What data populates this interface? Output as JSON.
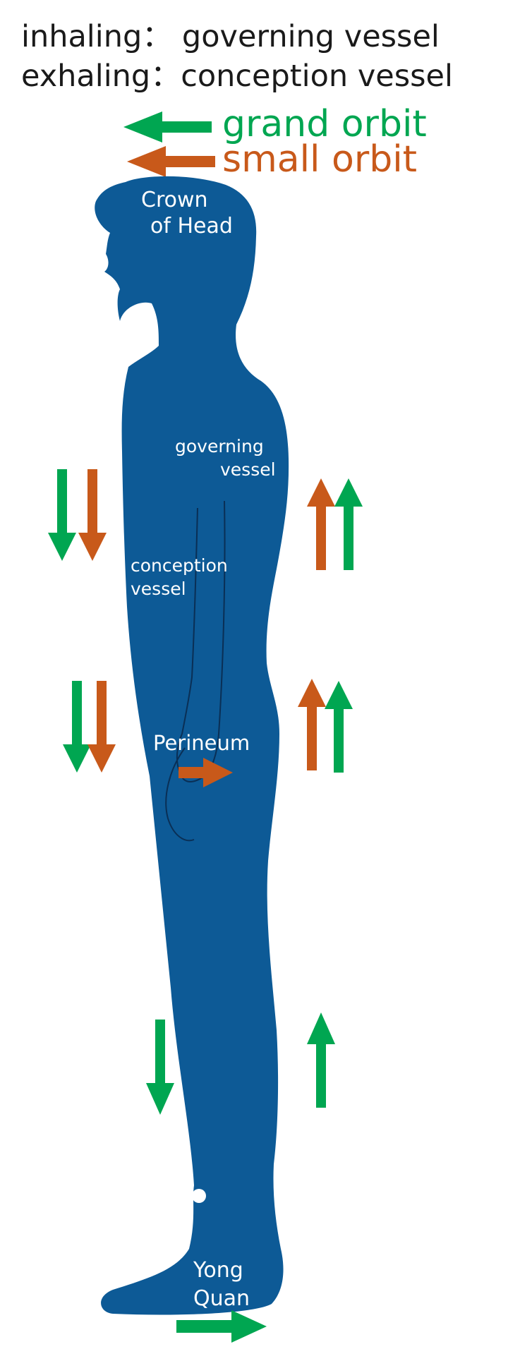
{
  "header": {
    "inhaling_line": "inhaling： governing vessel",
    "exhaling_line": "exhaling：conception vessel"
  },
  "legend": {
    "grand_orbit": "grand orbit",
    "small_orbit": "small orbit"
  },
  "labels": {
    "crown_line1": "Crown",
    "crown_line2": "of Head",
    "governing_line1": "governing",
    "governing_line2": "vessel",
    "conception_line1": "conception",
    "conception_line2": "vessel",
    "perineum": "Perineum",
    "yong_line1": "Yong",
    "yong_line2": "Quan"
  },
  "colors": {
    "grand_orbit": "#00a651",
    "small_orbit": "#c8591a",
    "body": "#0d5a96",
    "text": "#1a1a1a"
  }
}
